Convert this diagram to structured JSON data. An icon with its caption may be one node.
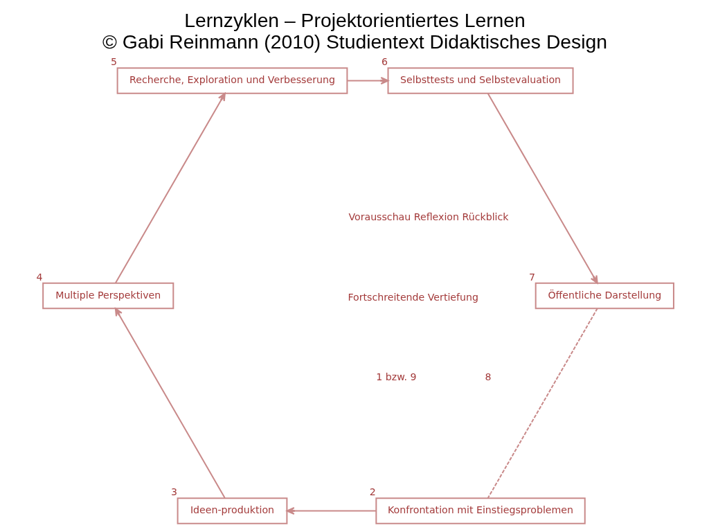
{
  "diagram": {
    "title": "Lernzyklen – Projektorientiertes Lernen",
    "caption": "© Gabi Reinmann (2010) Studientext Didaktisches Design",
    "nodes": [
      {
        "text": [
          "Konfrontation mit Einstiegsproblemen"
        ],
        "beside": [
          "2"
        ]
      },
      {
        "text": [
          "Ideen-produktion"
        ],
        "beside": [
          "3"
        ]
      },
      {
        "text": [
          "Multiple Perspektiven"
        ],
        "beside": [
          "4"
        ]
      },
      {
        "text": [
          "Recherche, Exploration und Verbesserung"
        ],
        "beside": [
          "5"
        ]
      },
      {
        "text": [
          "Selbsttests und Selbstevaluation"
        ],
        "beside": [
          "6"
        ]
      },
      {
        "text": [
          "Öffentliche Darstellung"
        ],
        "beside": [
          "7"
        ]
      }
    ],
    "edges": [
      {
        "from": 0,
        "to": 1,
        "arrow": "to"
      },
      {
        "from": 1,
        "to": 2,
        "arrow": "to"
      },
      {
        "from": 2,
        "to": 3,
        "arrow": "to"
      },
      {
        "from": 3,
        "to": 4,
        "arrow": "to"
      },
      {
        "from": 4,
        "to": 5,
        "arrow": "to"
      },
      {
        "from": 5,
        "to": 0,
        "arrow": "none",
        "style": "dashed"
      }
    ],
    "labels": [
      "1 bzw. 9",
      "Vorausschau Reflexion Rückblick",
      "8",
      "Fortschreitende Vertiefung"
    ]
  }
}
